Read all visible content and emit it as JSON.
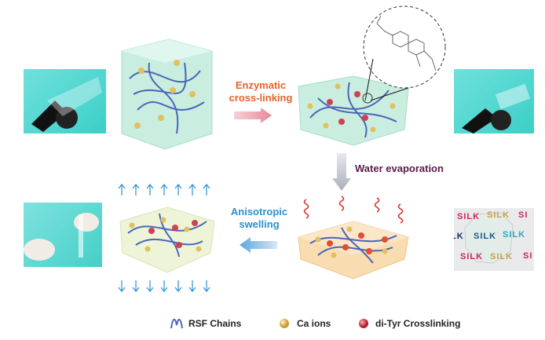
{
  "steps": {
    "enzymatic": "Enzymatic\ncross-linking",
    "evaporation": "Water evaporation",
    "swelling": "Anisotropic\nswelling"
  },
  "photo_text": [
    "SILK",
    "SILK",
    "SI",
    "LK",
    "SILK",
    "SILK",
    "SILK",
    "SILK",
    "SI"
  ],
  "legend": {
    "rsf": "RSF Chains",
    "ca": "Ca ions",
    "dityr": "di-Tyr Crosslinking"
  },
  "colors": {
    "enzymatic": "#e8622a",
    "evaporation": "#5a1a4a",
    "swelling": "#2a8fd0",
    "chain": "#4a66b8",
    "ca": "#e0c060",
    "dityr": "#d04050"
  }
}
